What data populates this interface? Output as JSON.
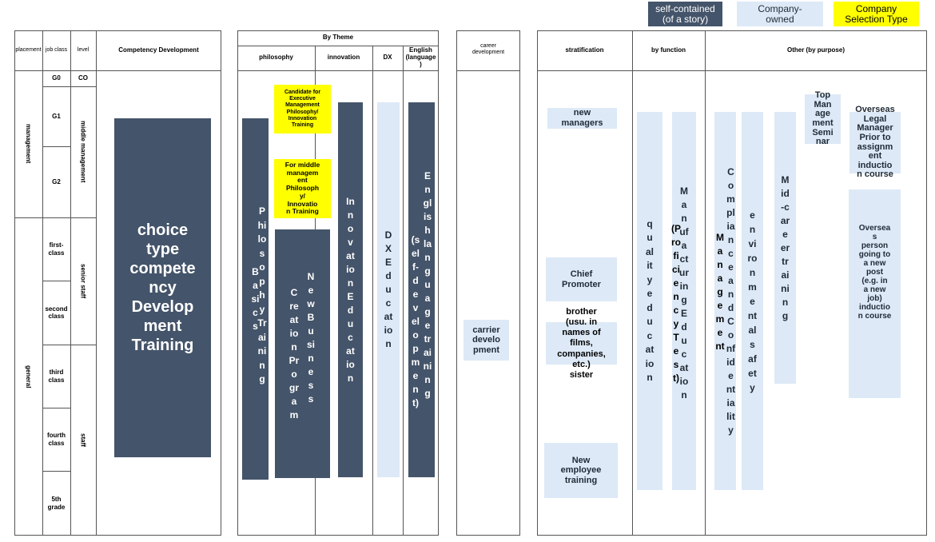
{
  "legend": {
    "self_contained": "self-contained\n(of a story)",
    "company_owned": "Company-\nowned",
    "company_selection": "Company\nSelection Type"
  },
  "left_table": {
    "headers": {
      "placement": "placement",
      "job_class": "job class",
      "level": "level",
      "competency": "Competency Development"
    },
    "placements": {
      "management": "management",
      "general": "general"
    },
    "grades": [
      "G0",
      "G1",
      "G2",
      "first-\nclass",
      "second\nclass",
      "third\nclass",
      "fourth\nclass",
      "5th\ngrade"
    ],
    "levels": {
      "co": "CO",
      "middle": "middle management",
      "senior": "senior staff",
      "staff": "staff"
    },
    "competency_bar": "choice\ntype\ncompete\nncy\nDevelop\nment\nTraining"
  },
  "theme_table": {
    "title": "By Theme",
    "columns": {
      "philosophy": "philosophy",
      "innovation": "innovation",
      "dx": "DX",
      "english": "English\n(language\n)"
    },
    "candidate_exec": "Candidate for\nExecutive\nManagement\nPhilosophy/\nInnovation\nTraining",
    "middle_mgmt": "For middle\nmanagem\nent\nPhilosoph\ny/\nInnovatio\nn Training",
    "basics": "Basics",
    "philosophy_training": "Philosophy Training",
    "creation": "Creation Program",
    "new_business": "New Business",
    "innovation_education": "Innovation Education",
    "dx_education": "DX Education",
    "english_self": "(self-development)",
    "english_training": "English language training"
  },
  "career": {
    "header": "career\ndevelopment",
    "label": "carrier\ndevelo\npment"
  },
  "right_table": {
    "headers": {
      "stratification": "stratification",
      "function": "by function",
      "other": "Other (by purpose)"
    },
    "new_managers": "new\nmanagers",
    "chief_promoter": "Chief\nPromoter",
    "brother_sister": "brother\n(usu. in\nnames of\nfilms,\ncompanies,\netc.)\nsister",
    "new_employee": "New\nemployee\ntraining",
    "quality_education": "quality education",
    "manufacturing": "Manufacturing Education",
    "proficiency": "(Proficiency Test)",
    "compliance": "Compliance and Confidentiality",
    "management": "Management",
    "environmental": "environmental safety",
    "mid_career": "Mid-career training",
    "top_management": "Top\nMan\nage\nment\nSemi\nnar",
    "overseas_legal": "Overseas Legal\nManager\nPrior to\nassignm\nent\ninductio\nn course",
    "overseas_person": "Oversea\ns\nperson\ngoing to\na new\npost\n(e.g. in\na new\njob)\ninductio\nn course"
  },
  "colors": {
    "dark": "#44546a",
    "light": "#dde9f6",
    "yellow": "#ffff00",
    "line": "#555555"
  }
}
